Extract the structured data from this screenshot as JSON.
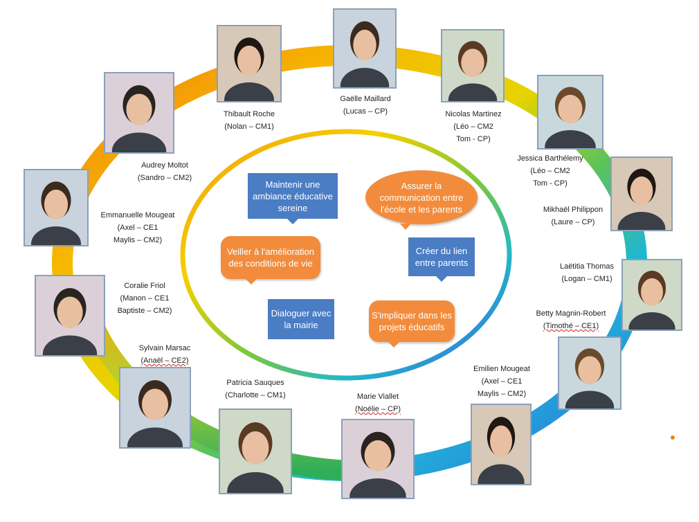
{
  "colors": {
    "ring": [
      "#f08214",
      "#f5b400",
      "#e8d100",
      "#8ac43c",
      "#2bb673",
      "#1fb6d6",
      "#2f8fe0",
      "#3a6fe0",
      "#2fa86a",
      "#a8c83a",
      "#f5b400",
      "#f08214"
    ],
    "goal_blue": "#4a7dc4",
    "goal_orange": "#f28c3c"
  },
  "goals": [
    {
      "id": "g1",
      "text": "Maintenir une ambiance éducative sereine",
      "style": "blue"
    },
    {
      "id": "g2",
      "text": "Assurer la communication entre l'école et les parents",
      "style": "orange-oval"
    },
    {
      "id": "g3",
      "text": "Veiller à l'amélioration des conditions de vie",
      "style": "orange"
    },
    {
      "id": "g4",
      "text": "Créer du lien entre parents",
      "style": "blue"
    },
    {
      "id": "g5",
      "text": "Dialoguer avec la mairie",
      "style": "blue"
    },
    {
      "id": "g6",
      "text": "S'impliquer dans les projets éducatifs",
      "style": "orange"
    }
  ],
  "members": [
    {
      "name": "Gaëlle Maillard",
      "children": [
        "(Lucas – CP)"
      ],
      "icon": "person-photo"
    },
    {
      "name": "Thibault Roche",
      "children": [
        "(Nolan – CM1)"
      ],
      "icon": "person-photo"
    },
    {
      "name": "Nicolas Martinez",
      "children": [
        "(Léo – CM2",
        "Tom - CP)"
      ],
      "icon": "person-photo"
    },
    {
      "name": "Audrey Moltot",
      "children": [
        "(Sandro – CM2)"
      ],
      "icon": "person-photo"
    },
    {
      "name": "Jessica Barthélemy",
      "children": [
        "(Léo – CM2",
        "Tom - CP)"
      ],
      "icon": "person-photo"
    },
    {
      "name": "Emmanuelle Mougeat",
      "children": [
        "(Axel – CE1",
        "Maylis – CM2)"
      ],
      "icon": "person-photo"
    },
    {
      "name": "Mikhaël Philippon",
      "children": [
        "(Laure – CP)"
      ],
      "icon": "person-photo"
    },
    {
      "name": "Laëtitia Thomas",
      "children": [
        "(Logan – CM1)"
      ],
      "icon": "person-photo"
    },
    {
      "name": "Coralie Friol",
      "children": [
        "(Manon – CE1",
        "Baptiste – CM2)"
      ],
      "icon": "person-photo"
    },
    {
      "name": "Betty Magnin-Robert",
      "children": [
        "(Timothé – CE1)"
      ],
      "icon": "person-photo"
    },
    {
      "name": "Sylvain Marsac",
      "children": [
        "(Anaël – CE2)"
      ],
      "icon": "person-photo"
    },
    {
      "name": "Emilien Mougeat",
      "children": [
        "(Axel – CE1",
        "Maylis – CM2)"
      ],
      "icon": "person-photo"
    },
    {
      "name": "Patricia Sauques",
      "children": [
        "(Charlotte – CM1)"
      ],
      "icon": "person-photo"
    },
    {
      "name": "Marie Viallet",
      "children": [
        "(Noélie – CP)"
      ],
      "icon": "person-photo"
    }
  ]
}
